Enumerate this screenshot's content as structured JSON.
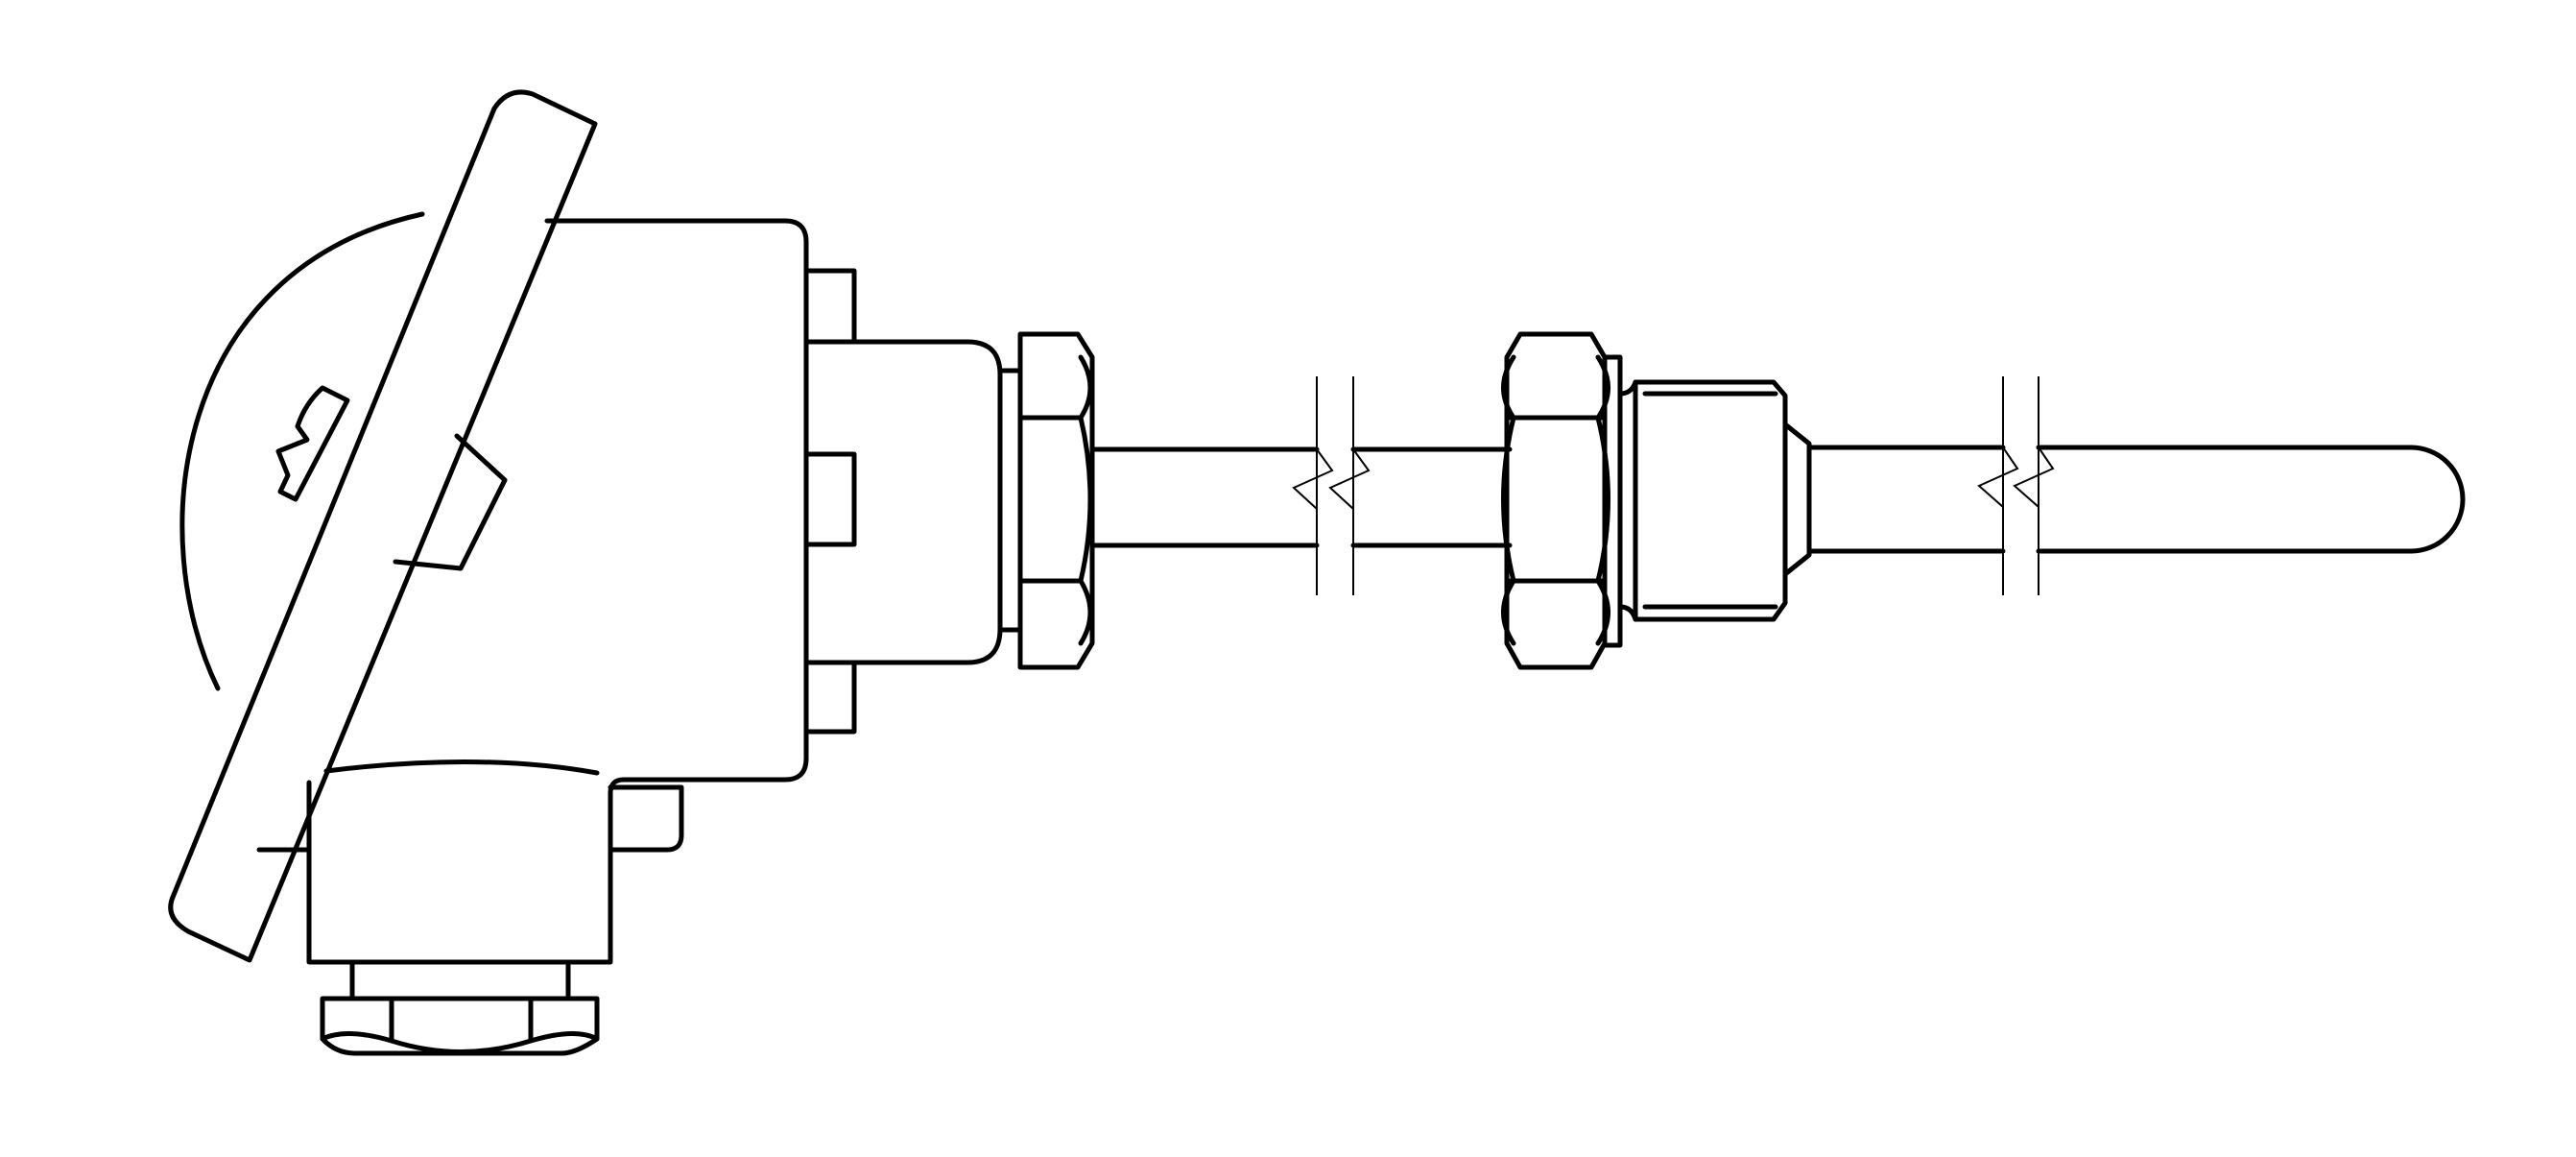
{
  "drawing": {
    "subject": "thermocouple-assembly",
    "colors": {
      "stroke": "#000000",
      "background": "#ffffff"
    },
    "components": [
      "head-dome",
      "head-lid",
      "lid-screw",
      "head-body",
      "conduit-neck",
      "cable-gland-nut",
      "neck-adapter",
      "extension-hex-nut",
      "extension-tube",
      "process-fitting-hex",
      "threaded-fitting",
      "sheath",
      "sheath-tip"
    ],
    "break_symbols": 2
  }
}
